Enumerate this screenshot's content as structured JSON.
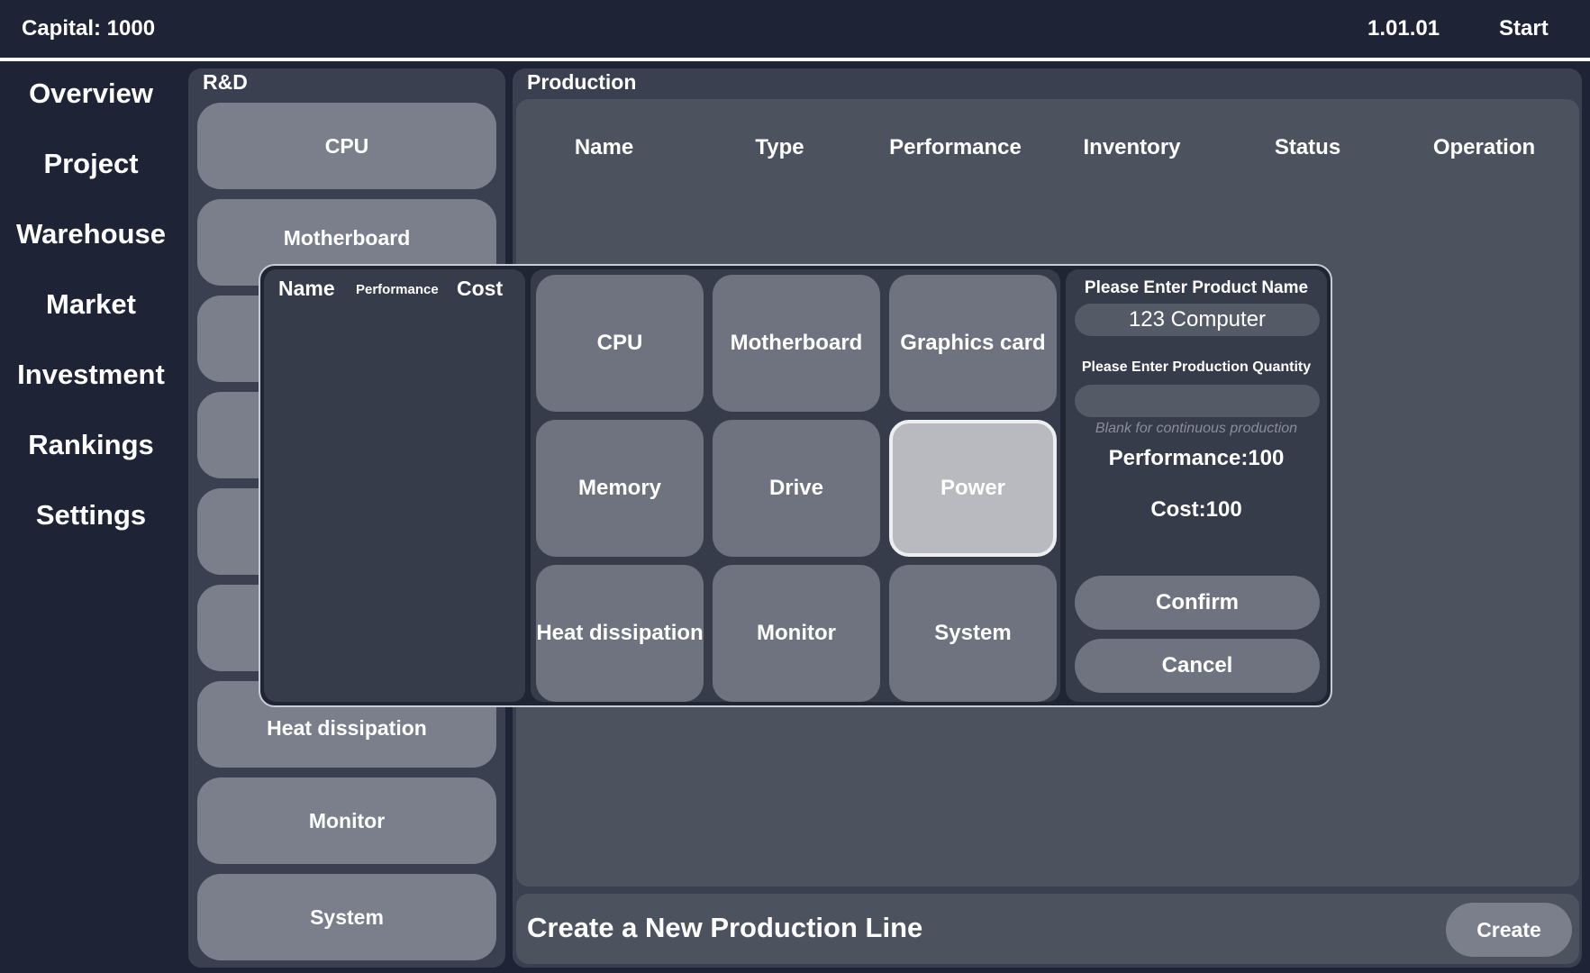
{
  "topbar": {
    "capital": "Capital: 1000",
    "version": "1.01.01",
    "start": "Start"
  },
  "sidebar": {
    "items": [
      {
        "label": "Overview"
      },
      {
        "label": "Project"
      },
      {
        "label": "Warehouse"
      },
      {
        "label": "Market"
      },
      {
        "label": "Investment"
      },
      {
        "label": "Rankings"
      },
      {
        "label": "Settings"
      }
    ]
  },
  "rd": {
    "title": "R&D",
    "items": [
      {
        "label": "CPU"
      },
      {
        "label": "Motherboard"
      },
      {
        "label": "Heat dissipation"
      },
      {
        "label": "Monitor"
      },
      {
        "label": "System"
      }
    ]
  },
  "production": {
    "title": "Production",
    "columns": [
      "Name",
      "Type",
      "Performance",
      "Inventory",
      "Status",
      "Operation"
    ],
    "create_title": "Create a New Production Line",
    "create_button": "Create"
  },
  "modal": {
    "list_headers": {
      "name": "Name",
      "performance": "Performance",
      "cost": "Cost"
    },
    "components": [
      {
        "label": "CPU"
      },
      {
        "label": "Motherboard"
      },
      {
        "label": "Graphics card"
      },
      {
        "label": "Memory"
      },
      {
        "label": "Drive"
      },
      {
        "label": "Power"
      },
      {
        "label": "Heat dissipation"
      },
      {
        "label": "Monitor"
      },
      {
        "label": "System"
      }
    ],
    "selected_component": "Power",
    "form": {
      "name_label": "Please Enter Product Name",
      "name_value": "123 Computer",
      "quantity_label": "Please Enter Production Quantity",
      "quantity_value": "",
      "quantity_hint": "Blank for continuous production",
      "performance": "Performance:100",
      "cost": "Cost:100",
      "confirm": "Confirm",
      "cancel": "Cancel"
    }
  },
  "colors": {
    "background": "#1e2436",
    "panel": "#3a4050",
    "button": "#7a7f8b",
    "selected": "#b8babf"
  }
}
